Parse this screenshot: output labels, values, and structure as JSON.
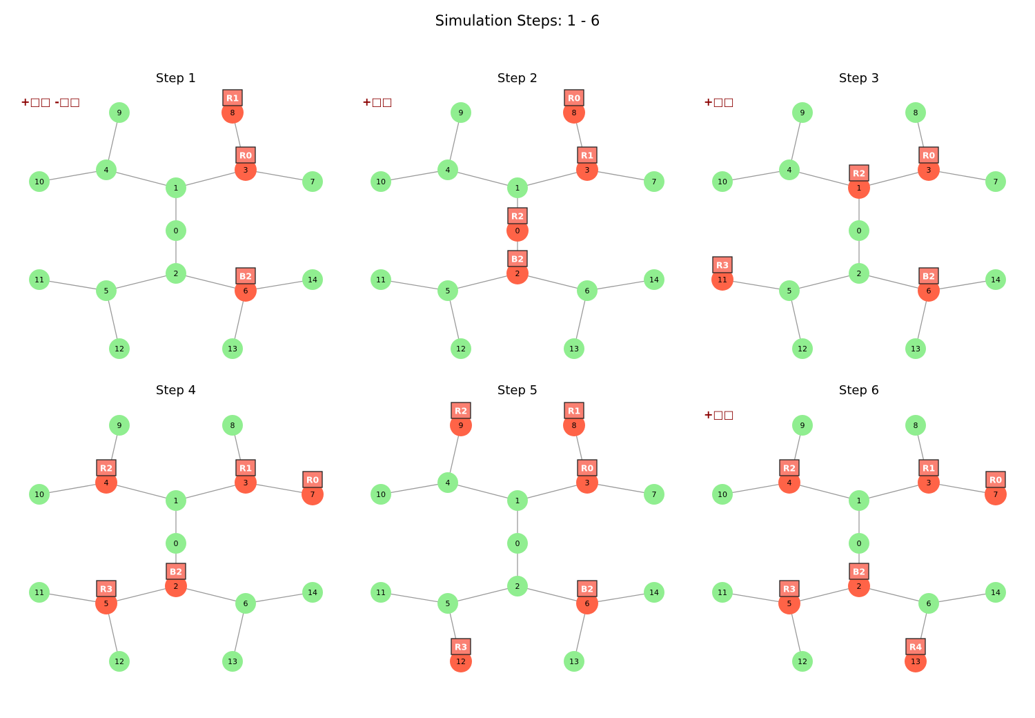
{
  "figure_title": "Simulation Steps: 1 - 6",
  "colors": {
    "node_free": "#90ee90",
    "node_occupied": "#ff6347",
    "edge": "#9a9a9a",
    "label_box": "#fa8072",
    "delta_text": "#8b0000"
  },
  "graph": {
    "nodes": [
      "0",
      "1",
      "2",
      "3",
      "4",
      "5",
      "6",
      "7",
      "8",
      "9",
      "10",
      "11",
      "12",
      "13",
      "14"
    ],
    "edges": [
      [
        1,
        0
      ],
      [
        0,
        2
      ],
      [
        1,
        3
      ],
      [
        1,
        4
      ],
      [
        2,
        5
      ],
      [
        2,
        6
      ],
      [
        3,
        7
      ],
      [
        3,
        8
      ],
      [
        4,
        9
      ],
      [
        4,
        10
      ],
      [
        5,
        11
      ],
      [
        5,
        12
      ],
      [
        6,
        13
      ],
      [
        6,
        14
      ]
    ]
  },
  "steps": [
    {
      "title": "Step 1",
      "delta": "+□□ -□□",
      "agents": [
        {
          "label": "R1",
          "node": 8
        },
        {
          "label": "R0",
          "node": 3
        },
        {
          "label": "B2",
          "node": 6
        }
      ]
    },
    {
      "title": "Step 2",
      "delta": "+□□",
      "agents": [
        {
          "label": "R0",
          "node": 8
        },
        {
          "label": "R1",
          "node": 3
        },
        {
          "label": "R2",
          "node": 0
        },
        {
          "label": "B2",
          "node": 2
        }
      ]
    },
    {
      "title": "Step 3",
      "delta": "+□□",
      "agents": [
        {
          "label": "R2",
          "node": 1
        },
        {
          "label": "R0",
          "node": 3
        },
        {
          "label": "R3",
          "node": 11
        },
        {
          "label": "B2",
          "node": 6
        }
      ]
    },
    {
      "title": "Step 4",
      "delta": "",
      "agents": [
        {
          "label": "R2",
          "node": 4
        },
        {
          "label": "R1",
          "node": 3
        },
        {
          "label": "R0",
          "node": 7
        },
        {
          "label": "B2",
          "node": 2
        },
        {
          "label": "R3",
          "node": 5
        }
      ]
    },
    {
      "title": "Step 5",
      "delta": "",
      "agents": [
        {
          "label": "R2",
          "node": 9
        },
        {
          "label": "R1",
          "node": 8
        },
        {
          "label": "R0",
          "node": 3
        },
        {
          "label": "B2",
          "node": 6
        },
        {
          "label": "R3",
          "node": 12
        }
      ]
    },
    {
      "title": "Step 6",
      "delta": "+□□",
      "agents": [
        {
          "label": "R2",
          "node": 4
        },
        {
          "label": "R1",
          "node": 3
        },
        {
          "label": "R0",
          "node": 7
        },
        {
          "label": "B2",
          "node": 2
        },
        {
          "label": "R3",
          "node": 5
        },
        {
          "label": "R4",
          "node": 13
        }
      ]
    }
  ]
}
